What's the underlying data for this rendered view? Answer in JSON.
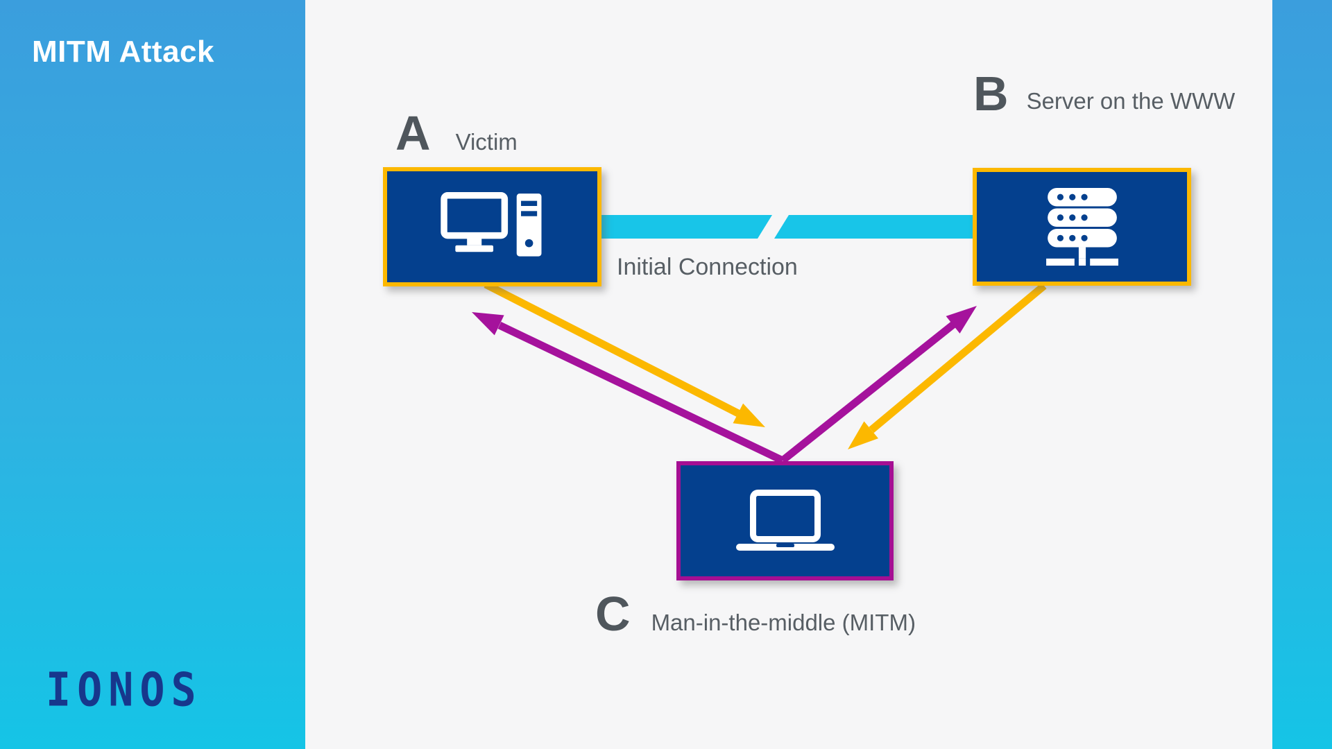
{
  "page": {
    "title": "MITM Attack",
    "brand": "IONOS"
  },
  "diagram": {
    "node_a": {
      "letter": "A",
      "label": "Victim",
      "icon": "desktop-computer-icon"
    },
    "node_b": {
      "letter": "B",
      "label": "Server on the WWW",
      "icon": "server-rack-icon"
    },
    "node_c": {
      "letter": "C",
      "label": "Man-in-the-middle (MITM)",
      "icon": "laptop-icon"
    },
    "connection": {
      "label": "Initial Connection",
      "state": "broken",
      "between": [
        "A",
        "B"
      ]
    },
    "arrows": [
      {
        "from": "A",
        "to": "C",
        "color": "#fcb800"
      },
      {
        "from": "B",
        "to": "C",
        "color": "#fcb800"
      },
      {
        "from": "C",
        "to": "A",
        "color": "#a5129c"
      },
      {
        "from": "C",
        "to": "B",
        "color": "#a5129c"
      }
    ],
    "colors": {
      "node_fill": "#04408e",
      "victim_server_border": "#fcb800",
      "mitm_border": "#a50f93",
      "initial_connection_band": "#18c5e8",
      "intercept_arrow": "#fcb800",
      "relay_arrow": "#a5129c",
      "panel_gradient_top": "#3b9edd",
      "panel_gradient_bottom": "#15c4e6",
      "main_background": "#f6f6f7",
      "label_text": "#575e64",
      "brand_text": "#17378c"
    }
  }
}
